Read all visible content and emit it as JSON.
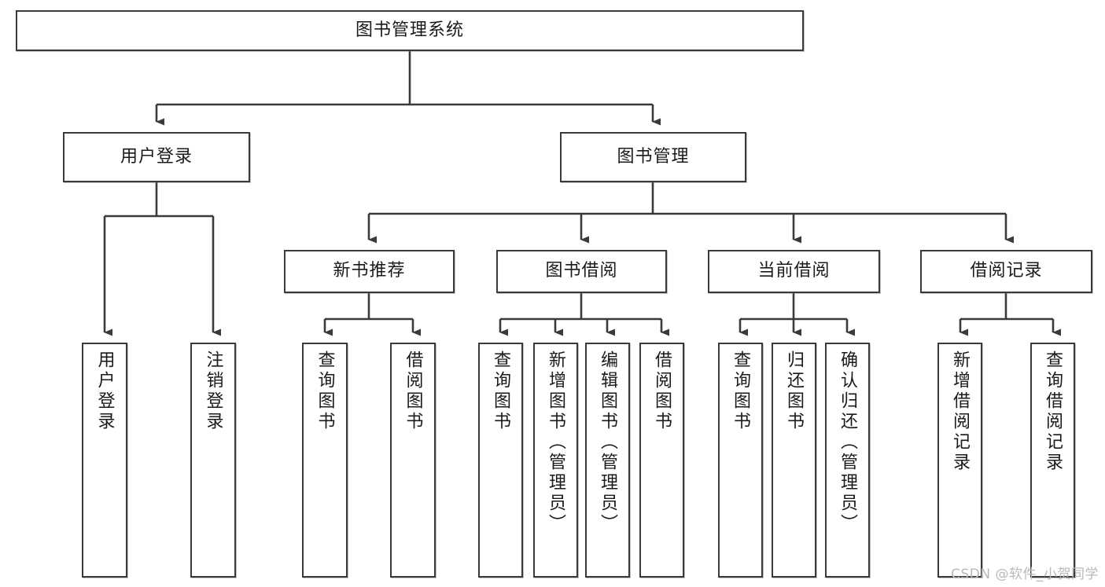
{
  "diagram": {
    "type": "tree-hierarchy",
    "title": "图书管理系统",
    "watermark": "CSDN @软件_小贺同学",
    "colors": {
      "box_border": "#3a3a3a",
      "box_fill": "#ffffff",
      "edge": "#3a3a3a",
      "text": "#1a1a1a",
      "watermark": "#b9b9b9"
    },
    "nodes": {
      "root": {
        "label": "图书管理系统",
        "orientation": "horizontal"
      },
      "level2": [
        {
          "id": "user-login",
          "label": "用户登录",
          "orientation": "horizontal"
        },
        {
          "id": "book-manage",
          "label": "图书管理",
          "orientation": "horizontal"
        }
      ],
      "level3": [
        {
          "id": "new-book-recommend",
          "label": "新书推荐",
          "orientation": "horizontal"
        },
        {
          "id": "book-borrow",
          "label": "图书借阅",
          "orientation": "horizontal"
        },
        {
          "id": "current-borrow",
          "label": "当前借阅",
          "orientation": "horizontal"
        },
        {
          "id": "borrow-record",
          "label": "借阅记录",
          "orientation": "horizontal"
        }
      ],
      "leaves": [
        {
          "id": "leaf-user-login",
          "parent": "user-login",
          "label": "用户登录",
          "orientation": "vertical"
        },
        {
          "id": "leaf-user-logout",
          "parent": "user-login",
          "label": "注销登录",
          "orientation": "vertical"
        },
        {
          "id": "leaf-query-book-1",
          "parent": "new-book-recommend",
          "label": "查询图书",
          "orientation": "vertical"
        },
        {
          "id": "leaf-borrow-book-1",
          "parent": "new-book-recommend",
          "label": "借阅图书",
          "orientation": "vertical"
        },
        {
          "id": "leaf-query-book-2",
          "parent": "book-borrow",
          "label": "查询图书",
          "orientation": "vertical"
        },
        {
          "id": "leaf-add-book",
          "parent": "book-borrow",
          "label": "新增图书（管理员）",
          "orientation": "vertical"
        },
        {
          "id": "leaf-edit-book",
          "parent": "book-borrow",
          "label": "编辑图书（管理员）",
          "orientation": "vertical"
        },
        {
          "id": "leaf-borrow-book-2",
          "parent": "book-borrow",
          "label": "借阅图书",
          "orientation": "vertical"
        },
        {
          "id": "leaf-query-book-3",
          "parent": "current-borrow",
          "label": "查询图书",
          "orientation": "vertical"
        },
        {
          "id": "leaf-return-book",
          "parent": "current-borrow",
          "label": "归还图书",
          "orientation": "vertical"
        },
        {
          "id": "leaf-confirm-return",
          "parent": "current-borrow",
          "label": "确认归还（管理员）",
          "orientation": "vertical"
        },
        {
          "id": "leaf-add-record",
          "parent": "borrow-record",
          "label": "新增借阅记录",
          "orientation": "vertical"
        },
        {
          "id": "leaf-query-record",
          "parent": "borrow-record",
          "label": "查询借阅记录",
          "orientation": "vertical"
        }
      ]
    }
  }
}
